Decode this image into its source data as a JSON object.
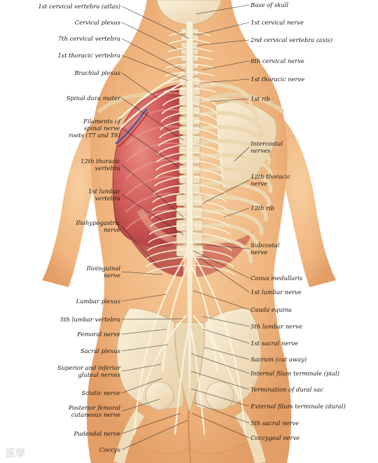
{
  "diagram": {
    "labels_left": [
      {
        "id": "1st-cervical-vertebra",
        "text": "1st cervical vertebra (atlas)"
      },
      {
        "id": "cervical-plexus",
        "text": "Cervical plexus"
      },
      {
        "id": "7th-cervical-vertebra",
        "text": "7th cervical vertebra"
      },
      {
        "id": "1st-thoracic-vertebra",
        "text": "1st thoracic vertebra"
      },
      {
        "id": "brachial-plexus",
        "text": "Brachial plexus"
      },
      {
        "id": "spinal-dura-mater",
        "text": "Spinal dura mater"
      },
      {
        "id": "filaments-spinal-nerve-roots",
        "text": "Filaments of\nspinal nerve\nroots (T7 and T8)"
      },
      {
        "id": "12th-thoracic-vertebra",
        "text": "12th thoracic\nvertebra"
      },
      {
        "id": "1st-lumbar-vertebra",
        "text": "1st lumbar\nvertebra"
      },
      {
        "id": "iliohypogastric-nerve",
        "text": "Iliohypogastric\nnerve"
      },
      {
        "id": "ilioinguinal-nerve",
        "text": "Ilioinguinal\nnerve"
      },
      {
        "id": "lumbar-plexus",
        "text": "Lumbar plexus"
      },
      {
        "id": "5th-lumbar-vertebra",
        "text": "5th lumbar vertebra"
      },
      {
        "id": "femoral-nerve",
        "text": "Femoral nerve"
      },
      {
        "id": "sacral-plexus",
        "text": "Sacral plexus"
      },
      {
        "id": "gluteal-nerves",
        "text": "Superior and inferior\ngluteal nerves"
      },
      {
        "id": "sciatic-nerve",
        "text": "Sciatic nerve"
      },
      {
        "id": "posterior-femoral-cutaneous-nerve",
        "text": "Posterior femoral\ncutaneous nerve"
      },
      {
        "id": "pudendal-nerve",
        "text": "Pudendal nerve"
      },
      {
        "id": "coccyx",
        "text": "Coccyx"
      }
    ],
    "labels_right": [
      {
        "id": "base-of-skull",
        "text": "Base of skull"
      },
      {
        "id": "1st-cervical-nerve",
        "text": "1st cervical nerve"
      },
      {
        "id": "2nd-cervical-vertebra",
        "text": "2nd cervical vertebra (axis)"
      },
      {
        "id": "8th-cervical-nerve",
        "text": "8th cervical nerve"
      },
      {
        "id": "1st-thoracic-nerve",
        "text": "1st thoracic nerve"
      },
      {
        "id": "1st-rib",
        "text": "1st rib"
      },
      {
        "id": "intercostal-nerves",
        "text": "Intercostal\nnerves"
      },
      {
        "id": "12th-thoracic-nerve",
        "text": "12th thoracic\nnerve"
      },
      {
        "id": "12th-rib",
        "text": "12th rib"
      },
      {
        "id": "subcostal-nerve",
        "text": "Subcostal\nnerve"
      },
      {
        "id": "conus-medullaris",
        "text": "Conus medullaris"
      },
      {
        "id": "1st-lumbar-nerve",
        "text": "1st lumbar nerve"
      },
      {
        "id": "cauda-equina",
        "text": "Cauda equina"
      },
      {
        "id": "5th-lumbar-nerve",
        "text": "5th lumbar nerve"
      },
      {
        "id": "1st-sacral-nerve",
        "text": "1st sacral nerve"
      },
      {
        "id": "sacrum",
        "text": "Sacrum (cut away)"
      },
      {
        "id": "filum-terminale-pial",
        "text": "Internal filum terminale (pial)"
      },
      {
        "id": "termination-dural-sac",
        "text": "Termination of dural sac"
      },
      {
        "id": "filum-terminale-dural",
        "text": "External filum terminale (dural)"
      },
      {
        "id": "5th-sacral-nerve",
        "text": "5th sacral nerve"
      },
      {
        "id": "coccygeal-nerve",
        "text": "Coccygeal nerve"
      }
    ],
    "colors": {
      "skin": "#f3c08c",
      "skin_shadow": "#e2a06a",
      "lung": "#c94f4f",
      "bone": "#f4e6c8",
      "nerve": "#f7edd2",
      "leader": "#2a2a2a"
    },
    "watermark": "医學"
  }
}
